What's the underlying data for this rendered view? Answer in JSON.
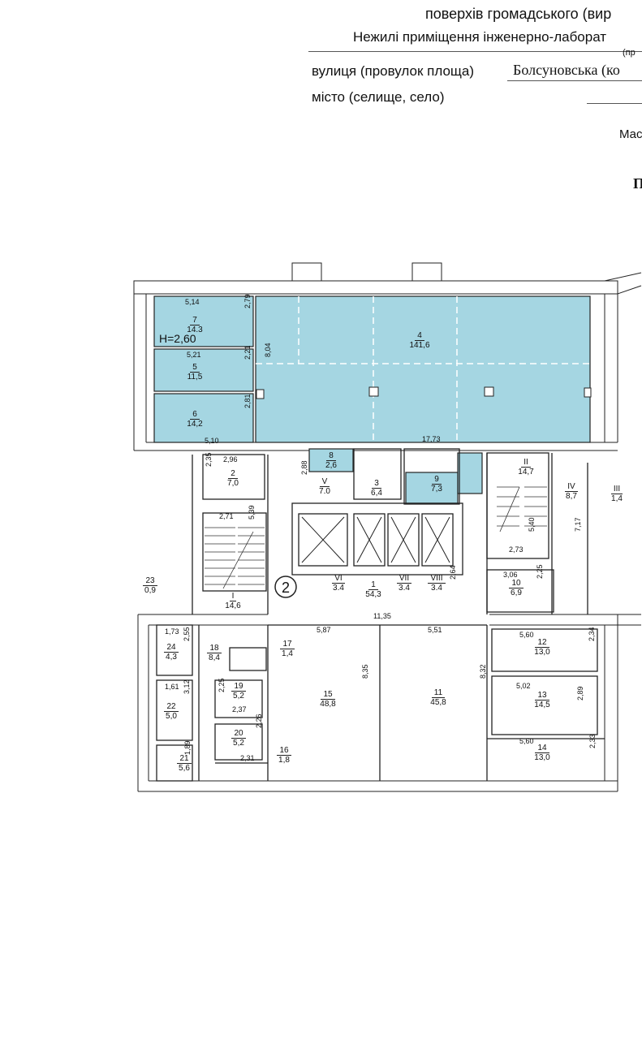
{
  "header": {
    "line1": "поверхів громадського (вир",
    "line2": "Нежилі приміщення інженерно-лаборат",
    "small_note": "(пр",
    "street_label": "вулиця (провулок площа)",
    "street_value": "Болсуновська (ко",
    "city_label": "місто (селище, село)",
    "scale_label": "Мас",
    "big_letter": "П"
  },
  "plan": {
    "circle_number": "2",
    "height_label": "H=2,60",
    "highlight_color": "#a5d6e2",
    "rooms": [
      {
        "id": "r7",
        "num": "7",
        "area": "14.3",
        "dim_top": "5,14",
        "dim_side": "2,79"
      },
      {
        "id": "r5",
        "num": "5",
        "area": "11,5",
        "dim_top": "5,21",
        "dim_side": "2,21"
      },
      {
        "id": "r6",
        "num": "6",
        "area": "14,2",
        "dim_bottom": "5,10",
        "dim_side": "2,81"
      },
      {
        "id": "r4",
        "num": "4",
        "area": "141,6",
        "dim_side": "8,04",
        "dim_bottom": "17,73"
      },
      {
        "id": "r8",
        "num": "8",
        "area": "2,6"
      },
      {
        "id": "r9",
        "num": "9",
        "area": "7,3"
      },
      {
        "id": "r3",
        "num": "3",
        "area": "6,4"
      },
      {
        "id": "r2",
        "num": "2",
        "area": "7,0",
        "dim_top": "2,96",
        "dim_side": "2,35"
      },
      {
        "id": "rV",
        "num": "V",
        "area": "7.0",
        "dim_side": "2,88"
      },
      {
        "id": "rI",
        "num": "I",
        "area": "14,6",
        "dim_top": "2,71",
        "dim_side": "5,39"
      },
      {
        "id": "r1",
        "num": "1",
        "area": "54,3",
        "dim_side": "2,64",
        "dim_bottom": "11,35"
      },
      {
        "id": "rVI",
        "num": "VI",
        "area": "3.4"
      },
      {
        "id": "rVII",
        "num": "VII",
        "area": "3.4"
      },
      {
        "id": "rVIII",
        "num": "VIII",
        "area": "3.4"
      },
      {
        "id": "rII",
        "num": "II",
        "area": "14,7",
        "dim_a": "2,73",
        "dim_b": "5,40"
      },
      {
        "id": "rIV",
        "num": "IV",
        "area": "8,7",
        "dim_side": "7,17"
      },
      {
        "id": "rIII",
        "num": "III",
        "area": "1,4"
      },
      {
        "id": "r10",
        "num": "10",
        "area": "6,9",
        "dim_top": "3,06",
        "dim_side": "2,25"
      },
      {
        "id": "r23",
        "num": "23",
        "area": "0,9"
      },
      {
        "id": "r24",
        "num": "24",
        "area": "4,3",
        "dim_top": "1,73",
        "dim_side": "2,55"
      },
      {
        "id": "r18",
        "num": "18",
        "area": "8,4"
      },
      {
        "id": "r17",
        "num": "17",
        "area": "1,4"
      },
      {
        "id": "r19",
        "num": "19",
        "area": "5,2",
        "dim_side": "2,25",
        "dim_bottom": "2,37"
      },
      {
        "id": "r20",
        "num": "20",
        "area": "5,2",
        "dim_side": "2,26"
      },
      {
        "id": "r22",
        "num": "22",
        "area": "5,0",
        "dim_top": "1,61",
        "dim_side": "3,12"
      },
      {
        "id": "r21",
        "num": "21",
        "area": "5,6",
        "dim_side": "1,89"
      },
      {
        "id": "r16",
        "num": "16",
        "area": "1,8",
        "dim_top": "2,31"
      },
      {
        "id": "r15",
        "num": "15",
        "area": "48,8",
        "dim_top": "5,87",
        "dim_side": "8,35"
      },
      {
        "id": "r11",
        "num": "11",
        "area": "45,8",
        "dim_top": "5,51",
        "dim_side": "8,32"
      },
      {
        "id": "r12",
        "num": "12",
        "area": "13,0",
        "dim_top": "5,60",
        "dim_side": "2,34"
      },
      {
        "id": "r13",
        "num": "13",
        "area": "14,5",
        "dim_top": "5,02",
        "dim_side": "2,89"
      },
      {
        "id": "r14",
        "num": "14",
        "area": "13,0",
        "dim_top": "5,60",
        "dim_side": "2,33"
      }
    ]
  }
}
